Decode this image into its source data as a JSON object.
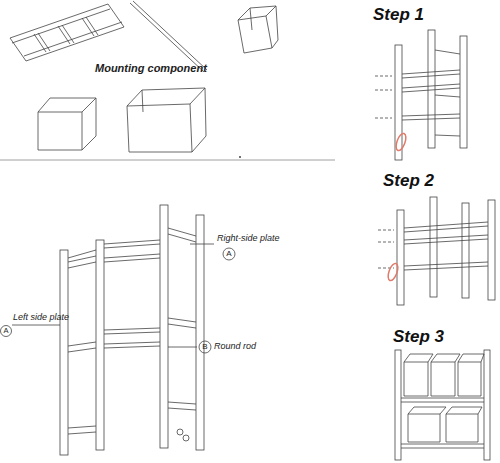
{
  "diagram": {
    "labels": [
      "Mounting component",
      "Step 1",
      "Step 2",
      "Step 3",
      "Right-side plate",
      "A",
      "Left side plate",
      "A",
      "B",
      "Round rod"
    ]
  }
}
